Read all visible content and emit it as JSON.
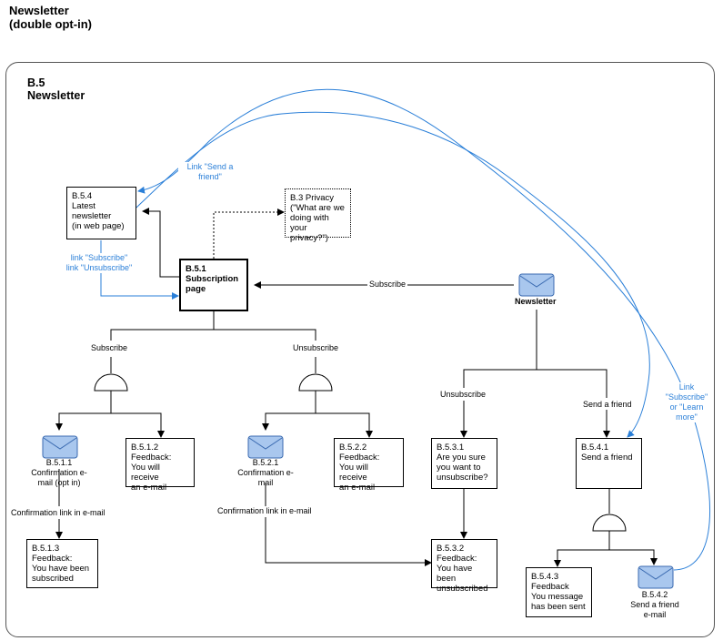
{
  "page_title": [
    "Newsletter",
    "(double opt-in)"
  ],
  "section": [
    "B.5",
    "Newsletter"
  ],
  "nodes": {
    "b54": [
      "B.5.4",
      "Latest",
      "newsletter",
      "(in web page)"
    ],
    "b3": [
      "B.3 Privacy",
      "(\"What are we",
      "doing with your",
      "privacy?\")"
    ],
    "b51": [
      "B.5.1",
      "Subscription",
      "page"
    ],
    "newsletter": "Newsletter",
    "b511": [
      "B.5.1.1",
      "Confirmation e-",
      "mail (opt in)"
    ],
    "b512": [
      "B.5.1.2",
      "Feedback:",
      "You will receive",
      "an e-mail"
    ],
    "b521": [
      "B.5.2.1",
      "Confirmation e-",
      "mail"
    ],
    "b522": [
      "B.5.2.2",
      "Feedback:",
      "You will receive",
      "an e-mail"
    ],
    "b531": [
      "B.5.3.1",
      "Are you sure",
      "you want to",
      "unsubscribe?"
    ],
    "b541": [
      "B.5.4.1",
      "Send a friend"
    ],
    "b513": [
      "B.5.1.3",
      "Feedback:",
      "You have been",
      "subscribed"
    ],
    "b532": [
      "B.5.3.2",
      "Feedback:",
      "You have been",
      "unsubscribed"
    ],
    "b543": [
      "B.5.4.3",
      "Feedback",
      "You message",
      "has been sent"
    ],
    "b542": [
      "B.5.4.2",
      "Send a friend",
      "e-mail"
    ]
  },
  "labels": {
    "link_send_friend": [
      "Link \"Send a",
      "friend\""
    ],
    "link_sub_unsub": [
      "link \"Subscribe\"",
      "link \"Unsubscribe\""
    ],
    "subscribe_arrow": "Subscribe",
    "subscribe_branch": "Subscribe",
    "unsubscribe_branch": "Unsubscribe",
    "unsubscribe_right": "Unsubscribe",
    "send_friend_branch": "Send a friend",
    "confirm_link_1": "Confirmation link in e-mail",
    "confirm_link_2": "Confirmation link in e-mail",
    "link_subscribe_learn": [
      "Link",
      "\"Subscribe\"",
      "or \"Learn",
      "more\""
    ]
  },
  "colors": {
    "blue_link": "#2a7fd8",
    "envelope_fill": "#a9c7ee",
    "envelope_stroke": "#3a6ab0"
  },
  "icons": {
    "envelope": "envelope-icon",
    "branch": "and-gate-icon"
  }
}
